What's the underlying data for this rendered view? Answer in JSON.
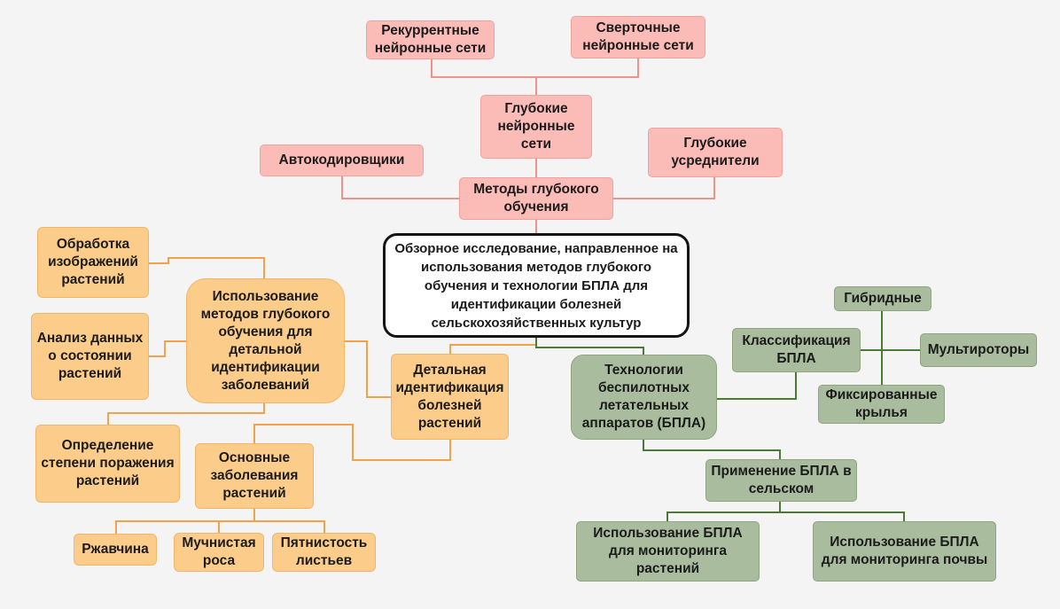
{
  "central": "Обзорное исследование,  направленное на использования методов глубокого обучения и технологии БПЛА для идентификации болезней сельскохозяйственных культур",
  "dl": {
    "root": "Методы глубокого обучения",
    "autoencoders": "Автокодировщики",
    "deep_nets": "Глубокие нейронные сети",
    "recurrent": "Рекуррентные нейронные сети",
    "convolutional": "Сверточные нейронные сети",
    "deep_averagers": "Глубокие усреднители"
  },
  "detection": {
    "root": "Детальная идентификация болезней растений",
    "use_dl": "Использование методов глубокого обучения для детальной идентификации заболеваний",
    "image_processing": "Обработка изображений растений",
    "state_analysis": "Анализ данных о состоянии растений",
    "damage_degree": "Определение степени поражения растений",
    "main_diseases": "Основные заболевания растений",
    "rust": "Ржавчина",
    "powdery_mildew": "Мучнистая роса",
    "leaf_spot": "Пятнистость листьев"
  },
  "uav": {
    "root": "Технологии беспилотных летательных аппаратов (БПЛА)",
    "classification": "Классификация БПЛА",
    "hybrid": "Гибридные",
    "multirotor": "Мультироторы",
    "fixed_wing": "Фиксированные крылья",
    "application": "Применение БПЛА в сельском",
    "plant_monitoring": "Использование БПЛА для мониторинга растений",
    "soil_monitoring": "Использование БПЛА для мониторинга почвы"
  },
  "colors": {
    "pink_line": "#f0918a",
    "orange_line": "#f3a24a",
    "green_line": "#4b7a35"
  }
}
